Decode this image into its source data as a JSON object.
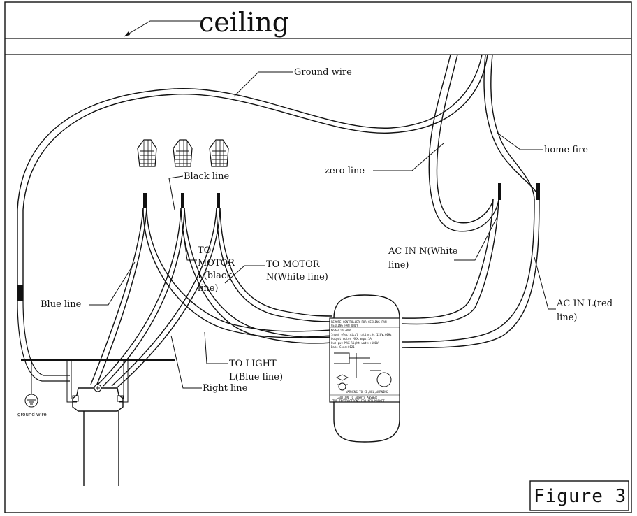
{
  "labels": {
    "ceiling": "ceiling",
    "ground_wire": "Ground wire",
    "black_line": "Black line",
    "zero_line": "zero line",
    "home_fire": "home fire",
    "to_motor_l": [
      "TO",
      "MOTOR",
      "L(black",
      "line)"
    ],
    "to_motor_n": [
      "TO MOTOR",
      "N(White line)"
    ],
    "ac_in_n": [
      "AC IN N(White",
      "line)"
    ],
    "ac_in_l": [
      "AC IN L(red",
      "line)"
    ],
    "blue_line": "Blue line",
    "to_light": [
      "TO LIGHT",
      "L(Blue line)"
    ],
    "right_line": "Right line",
    "ground_wire_small": "ground wire",
    "figure": "Figure 3"
  },
  "receiver_text": [
    "REMOTE CONTROLLER FOR CEILING FAN",
    "CEILING FAN ONLY",
    "Model:Rx-R06",
    "Input electrical rating:Ac 120V,60Hz",
    "Output motor MAX.amps:1A",
    "Out put MAX light watts:180W",
    "Date Code:0121"
  ],
  "receiver_bottom_text": [
    "WARNING TO CE,AEL,WARNING",
    "CAUTION TO ALWAYS ANSWER",
    "THE INSTRUCTIONS FOR NEW MARKET"
  ]
}
